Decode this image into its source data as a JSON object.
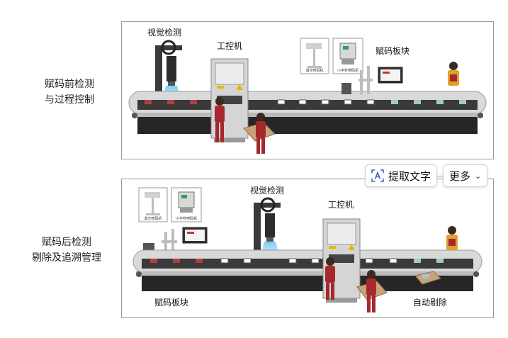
{
  "rows": [
    {
      "side_label_line1": "赋码前检测",
      "side_label_line2": "与过程控制",
      "labels": {
        "vision": "视觉检测",
        "ipc": "工控机",
        "board": "赋码板块",
        "laser": "激光喷码机",
        "inkjet": "小字符喷码机"
      }
    },
    {
      "side_label_line1": "赋码后检测",
      "side_label_line2": "剔除及追溯管理",
      "labels": {
        "vision": "视觉检测",
        "ipc": "工控机",
        "board": "赋码板块",
        "laser": "激光喷码机",
        "inkjet": "小字符喷码机",
        "reject": "自动剔除"
      }
    }
  ],
  "toolbar": {
    "extract_label": "提取文字",
    "more_label": "更多"
  },
  "colors": {
    "worker_red": "#a5282c",
    "worker_yellow": "#e0a12b",
    "belt_dark": "#2b2b2b",
    "camera_light": "#6fc6f2",
    "box_tan": "#c9a27a"
  },
  "icons": {
    "extract": "text-extract-icon",
    "more": "chevron-down-icon"
  }
}
